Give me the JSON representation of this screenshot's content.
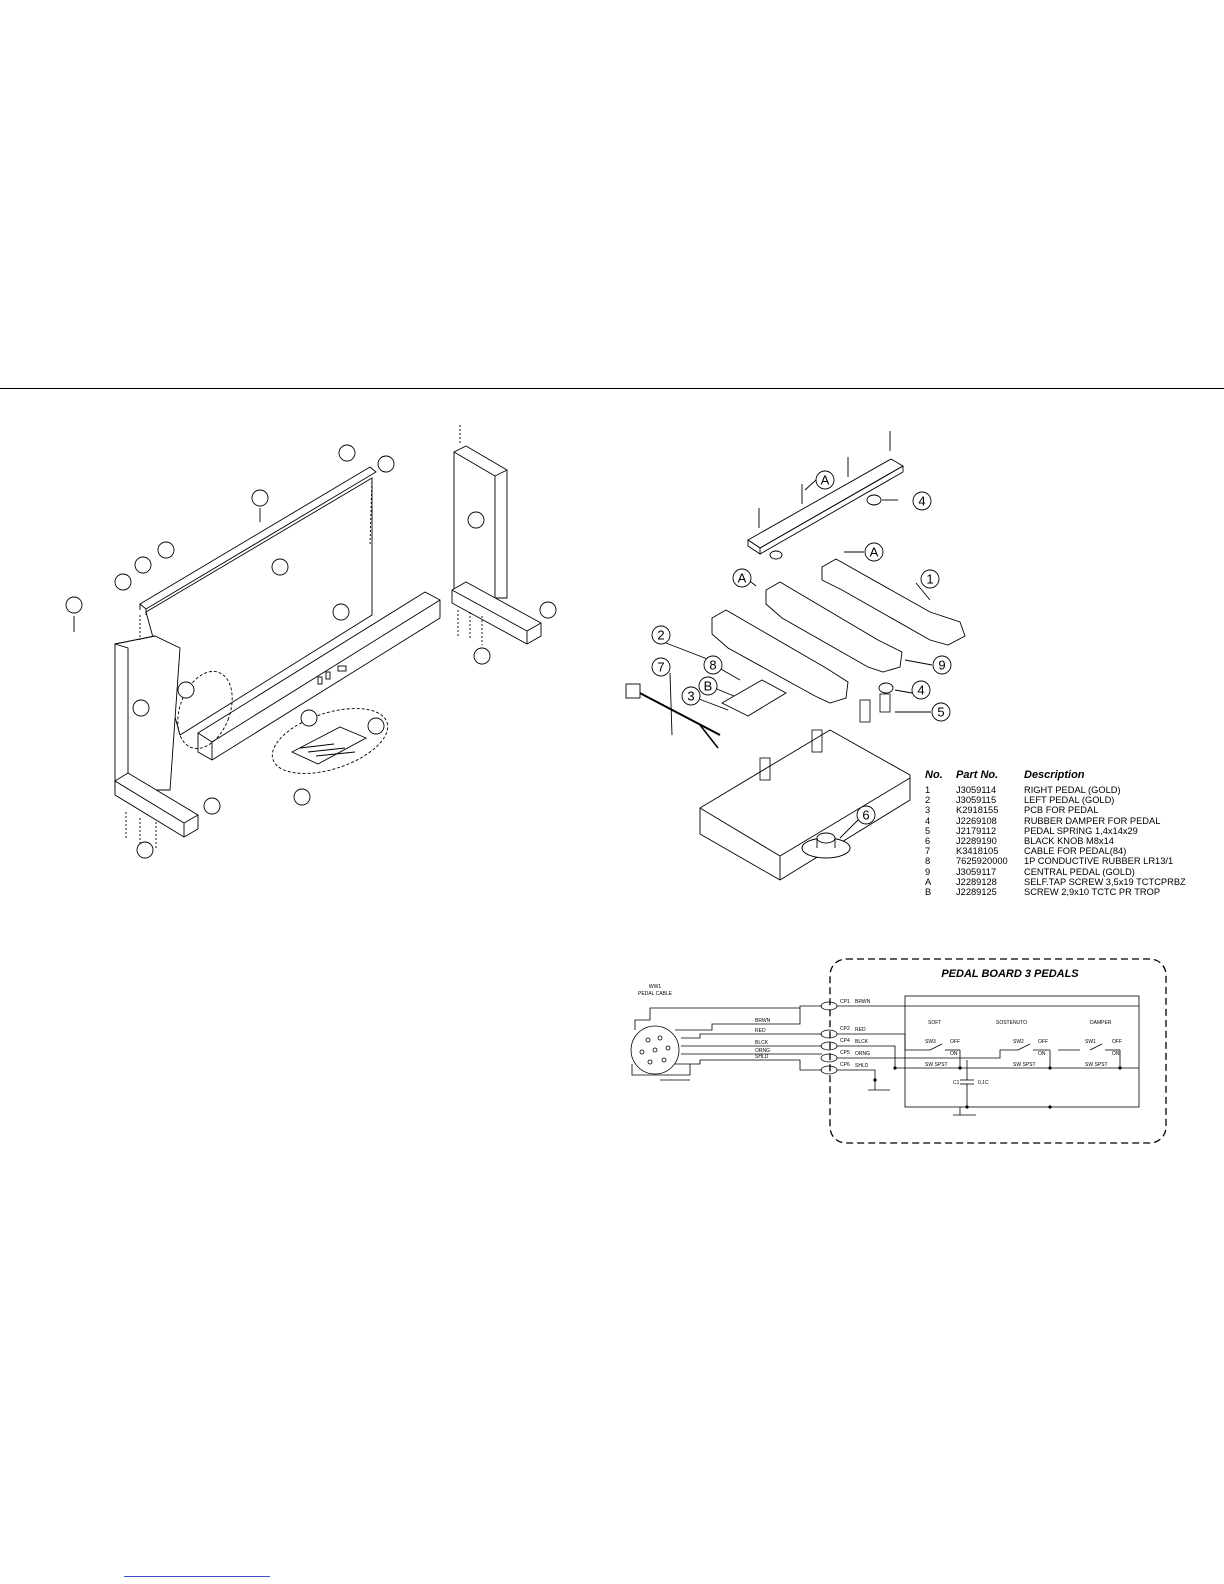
{
  "diagram": {
    "stand_assembly": {
      "callouts": [
        "",
        "",
        "",
        "",
        "",
        "",
        "",
        "",
        "",
        "",
        "",
        "",
        "",
        "",
        "",
        "",
        "",
        ""
      ]
    },
    "pedal_assembly": {
      "callouts": [
        "1",
        "2",
        "3",
        "4",
        "4",
        "5",
        "6",
        "7",
        "8",
        "9",
        "A",
        "A",
        "A",
        "B"
      ]
    },
    "parts_list": {
      "headers": {
        "no": "No.",
        "part_no": "Part No.",
        "description": "Description"
      },
      "rows": [
        {
          "no": "1",
          "part_no": "J3059114",
          "description": "RIGHT PEDAL (GOLD)"
        },
        {
          "no": "2",
          "part_no": "J3059115",
          "description": " LEFT PEDAL (GOLD)"
        },
        {
          "no": "3",
          "part_no": "K2918155",
          "description": "PCB FOR PEDAL"
        },
        {
          "no": "4",
          "part_no": "J2269108",
          "description": "RUBBER DAMPER FOR PEDAL"
        },
        {
          "no": "5",
          "part_no": "J2179112",
          "description": " PEDAL SPRING 1,4x14x29"
        },
        {
          "no": "6",
          "part_no": "J2289190",
          "description": "BLACK KNOB M8x14"
        },
        {
          "no": "7",
          "part_no": "K3418105",
          "description": "CABLE FOR PEDAL(84)"
        },
        {
          "no": "8",
          "part_no": "7625920000",
          "description": "1P CONDUCTIVE RUBBER LR13/1"
        },
        {
          "no": "9",
          "part_no": "J3059117",
          "description": "CENTRAL PEDAL (GOLD)"
        },
        {
          "no": "A",
          "part_no": "J2289128",
          "description": " SELF.TAP SCREW 3,5x19 TCTCPRBZ"
        },
        {
          "no": "B",
          "part_no": "J2289125",
          "description": "SCREW 2,9x10 TCTC PR TROP"
        }
      ]
    },
    "schematic": {
      "board_title": "PEDAL BOARD 3 PEDALS",
      "cable_ref": "WW1",
      "cable_label": "PEDAL CABLE",
      "wire_labels": [
        "BRWN",
        "RED",
        "BLCK",
        "ORNG",
        "SHLD"
      ],
      "connector_labels": [
        "CP1",
        "CP2",
        "CP4",
        "CP5",
        "CP6"
      ],
      "board_wire_labels": [
        "BRWN",
        "RED",
        "BLCK",
        "ORNG",
        "SHLD"
      ],
      "switch_groups": [
        {
          "name": "SOFT",
          "ref": "SW3",
          "off": "OFF",
          "on": "ON",
          "type": "SW SPST"
        },
        {
          "name": "SOSTENUTO",
          "ref": "SW2",
          "off": "OFF",
          "on": "ON",
          "type": "SW SPST"
        },
        {
          "name": "DAMPER",
          "ref": "SW1",
          "off": "OFF",
          "on": "ON",
          "type": "SW SPST"
        }
      ],
      "capacitor_ref": "C1",
      "capacitor_value": "0,1C"
    }
  }
}
